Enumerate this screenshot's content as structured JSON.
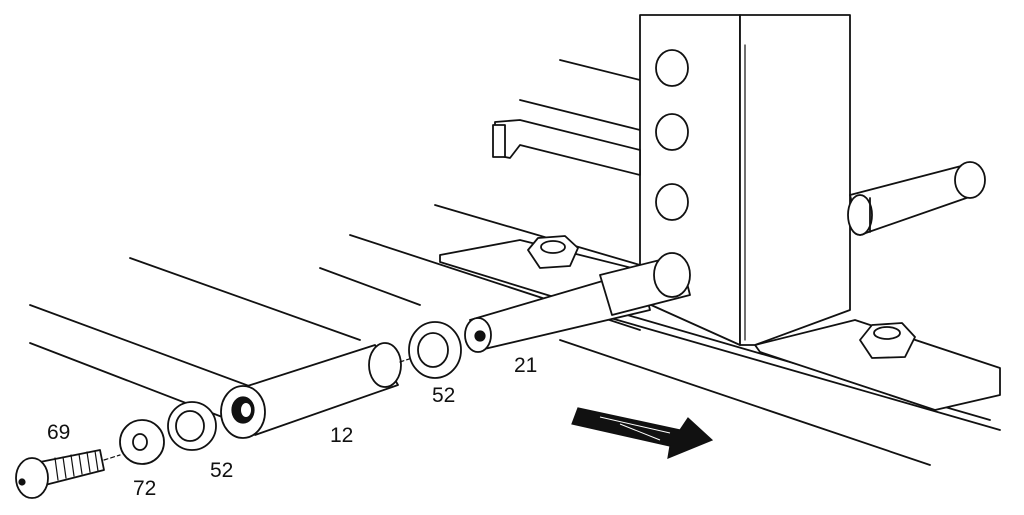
{
  "diagram": {
    "callouts": [
      {
        "id": "69",
        "text": "69"
      },
      {
        "id": "72",
        "text": "72"
      },
      {
        "id": "52a",
        "text": "52"
      },
      {
        "id": "12",
        "text": "12"
      },
      {
        "id": "52b",
        "text": "52"
      },
      {
        "id": "21",
        "text": "21"
      }
    ],
    "arrow": {
      "direction": "right",
      "label": ""
    }
  }
}
